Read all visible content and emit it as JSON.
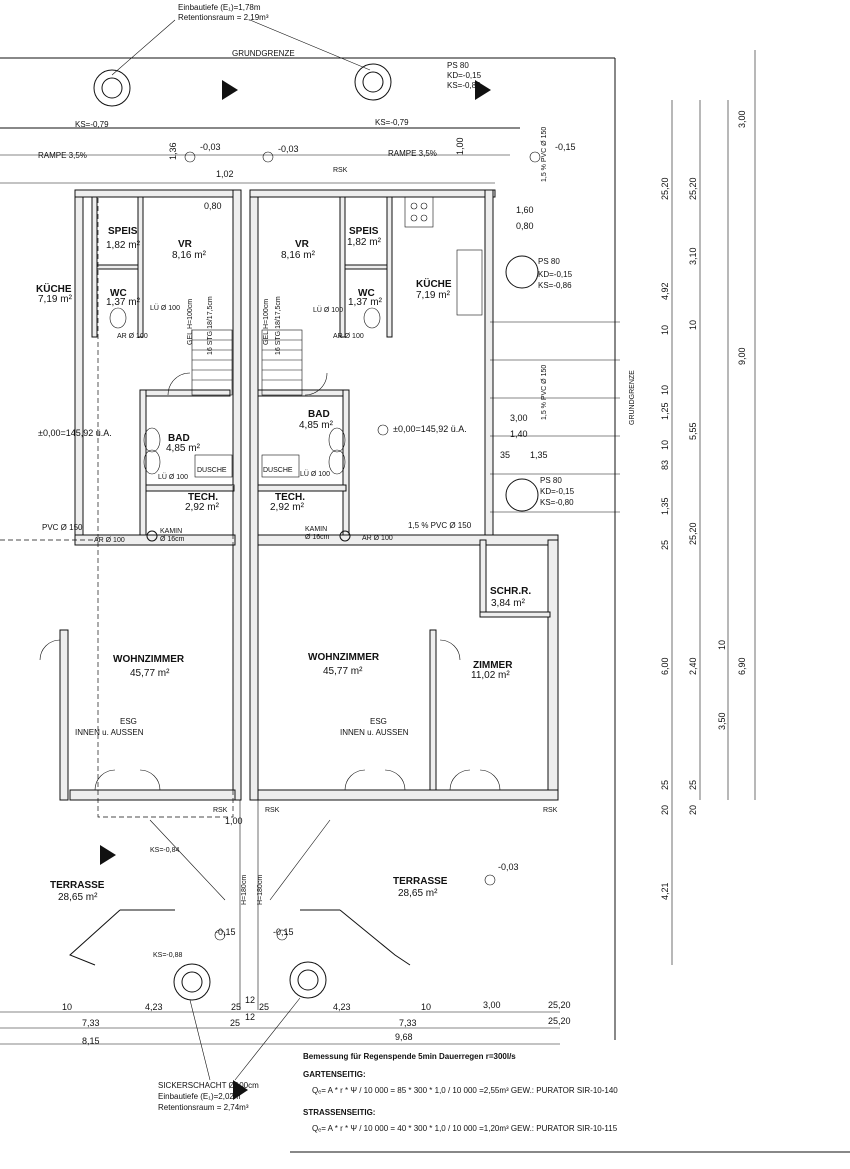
{
  "top_note": {
    "line1": "Einbautiefe (E₁)=1,78m",
    "line2": "Retentionsraum = 2,19m³"
  },
  "grundgrenze": "GRUNDGRENZE",
  "ps_top": {
    "ps": "PS 80",
    "kd": "KD=-0,15",
    "ks": "KS=-0,86"
  },
  "ps_mid": {
    "ps": "PS 80",
    "kd": "KD=-0,15",
    "ks": "KS=-0,86"
  },
  "ps_low": {
    "ps": "PS 80",
    "kd": "KD=-0,15",
    "ks": "KS=-0,80"
  },
  "ks_left": "KS=-0,79",
  "ks_right": "KS=-0,79",
  "rampe_left": "RAMPE 3,5%",
  "rampe_right": "RAMPE 3,5%",
  "levels": {
    "left": "-0,03",
    "mid": "-0,03",
    "right": "-0,15",
    "terrasse": "-0,03",
    "bottom_left": "-0,15",
    "bottom_right": "-0,15"
  },
  "rooms": {
    "speis_l": {
      "name": "SPEIS",
      "area": "1,82 m²"
    },
    "vr_l": {
      "name": "VR",
      "area": "8,16 m²"
    },
    "kuche_l": {
      "name": "KÜCHE",
      "area": "7,19 m²"
    },
    "wc_l": {
      "name": "WC",
      "area": "1,37 m²"
    },
    "bad_l": {
      "name": "BAD",
      "area": "4,85 m²"
    },
    "tech_l": {
      "name": "TECH.",
      "area": "2,92 m²"
    },
    "wohn_l": {
      "name": "WOHNZIMMER",
      "area": "45,77 m²"
    },
    "terr_l": {
      "name": "TERRASSE",
      "area": "28,65 m²"
    },
    "vr_r": {
      "name": "VR",
      "area": "8,16 m²"
    },
    "speis_r": {
      "name": "SPEIS",
      "area": "1,82 m²"
    },
    "kuche_r": {
      "name": "KÜCHE",
      "area": "7,19 m²"
    },
    "wc_r": {
      "name": "WC",
      "area": "1,37 m²"
    },
    "bad_r": {
      "name": "BAD",
      "area": "4,85 m²"
    },
    "tech_r": {
      "name": "TECH.",
      "area": "2,92 m²"
    },
    "wohn_r": {
      "name": "WOHNZIMMER",
      "area": "45,77 m²"
    },
    "schr": {
      "name": "SCHR.R.",
      "area": "3,84 m²"
    },
    "zimmer": {
      "name": "ZIMMER",
      "area": "11,02 m²"
    },
    "terr_r": {
      "name": "TERRASSE",
      "area": "28,65 m²"
    }
  },
  "dusche": "DUSCHE",
  "kamin": {
    "line1": "KAMIN",
    "line2": "Ø 16cm"
  },
  "ar100": "AR Ø 100",
  "lu100": "LÜ Ø 100",
  "esg": {
    "line1": "ESG",
    "line2": "INNEN u. AUSSEN"
  },
  "null_level": "±0,00=145,92 ü.A.",
  "null_level_left": "±0,00=145,92 ü.A.",
  "pvc": {
    "left": "PVC Ø 150",
    "right": "1,5 % PVC Ø 150",
    "slope": "1,5 % PVC Ø 150"
  },
  "stairs": "16 STG 18/17,5cm",
  "stairs_h": "GEL.H=100cm",
  "rsk": "RSK",
  "ks_terr": "KS=-0,84",
  "ks_bottom": "KS=-0,88",
  "hh": "H=180cm",
  "dims_right_col1": [
    "25,20",
    "4,92",
    "10",
    "1,25",
    "10",
    "83",
    "10",
    "1,35",
    "25",
    "6,00",
    "20",
    "25",
    "4,21"
  ],
  "dims_right_col2": [
    "25,20",
    "3,10",
    "10",
    "5,55",
    "25,20",
    "2,40",
    "10",
    "3,50",
    "20",
    "25"
  ],
  "dims_right_col3": [
    "3,00",
    "9,00",
    "6,90"
  ],
  "dims_inner": [
    "1,60",
    "0,80",
    "3,00",
    "1,40",
    "35",
    "1,35",
    "1,00",
    "0,80",
    "1,02",
    "1,36",
    "1,00"
  ],
  "dims_bottom_row1": [
    "10",
    "4,23",
    "25",
    "12",
    "25",
    "4,23",
    "10",
    "3,00",
    "25,20"
  ],
  "dims_bottom_row2": [
    "7,33",
    "25",
    "12",
    "7,33",
    "25,20"
  ],
  "dims_bottom_row3": [
    "8,15",
    "9,68"
  ],
  "sicker": {
    "line1": "SICKERSCHACHT Ø100cm",
    "line2": "Einbautiefe (E₁)=2,02m",
    "line3": "Retentionsraum = 2,74m³"
  },
  "calc": {
    "title": "Bemessung für Regenspende 5min Dauerregen r=300l/s",
    "garten_title": "GARTENSEITIG:",
    "garten_formula": "Qₑ= A * r * Ψ / 10 000 = 85 * 300 * 1,0 / 10 000 =2,55m³ GEW.: PURATOR SIR-10-140",
    "strassen_title": "STRASSENSEITIG:",
    "strassen_formula": "Qₑ= A * r * Ψ / 10 000 = 40 * 300 * 1,0 / 10 000 =1,20m³ GEW.: PURATOR SIR-10-115"
  }
}
